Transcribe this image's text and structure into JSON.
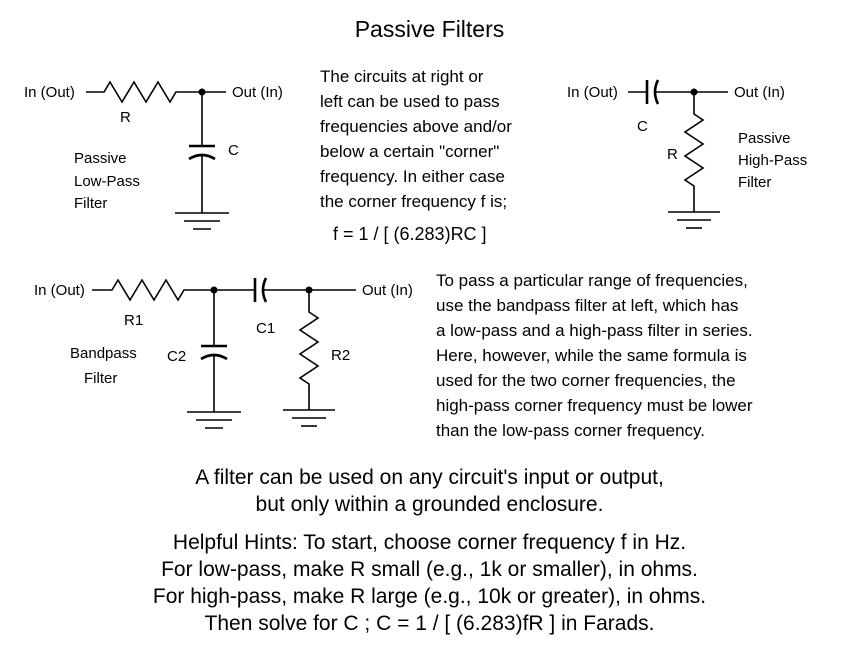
{
  "title": "Passive Filters",
  "low_pass": {
    "input_label": "In (Out)",
    "output_label": "Out (In)",
    "resistor_label": "R",
    "capacitor_label": "C",
    "name_lines": [
      "Passive",
      "Low-Pass",
      "Filter"
    ]
  },
  "high_pass": {
    "input_label": "In (Out)",
    "output_label": "Out (In)",
    "capacitor_label": "C",
    "resistor_label": "R",
    "name_lines": [
      "Passive",
      "High-Pass",
      "Filter"
    ]
  },
  "bandpass": {
    "input_label": "In (Out)",
    "output_label": "Out (In)",
    "r1_label": "R1",
    "c2_label": "C2",
    "c1_label": "C1",
    "r2_label": "R2",
    "name_lines": [
      "Bandpass",
      "Filter"
    ]
  },
  "explanation_lines": [
    "The circuits at right or",
    "left can be used to pass",
    "frequencies above and/or",
    "below a certain \"corner\"",
    "frequency. In either case",
    "the corner frequency f is;"
  ],
  "formula": "f  =  1 / [ (6.283)RC ]",
  "bandpass_lines": [
    "To pass a particular range of frequencies,",
    "use the bandpass filter at left, which has",
    "a low-pass and a high-pass filter in series.",
    "Here, however, while the same formula is",
    "used for the two corner frequencies, the",
    "high-pass corner frequency must be lower",
    "than the low-pass corner frequency."
  ],
  "enclosure_lines": [
    "A filter can be used on any circuit's input or output,",
    "but only within a grounded enclosure."
  ],
  "hints_lines": [
    "Helpful Hints:  To start, choose corner frequency f in Hz.",
    "For low-pass, make R small (e.g., 1k or smaller), in ohms.",
    "For high-pass, make R large (e.g., 10k or greater), in ohms.",
    "Then solve for C ;  C  =  1 / [ (6.283)fR ]  in Farads."
  ]
}
